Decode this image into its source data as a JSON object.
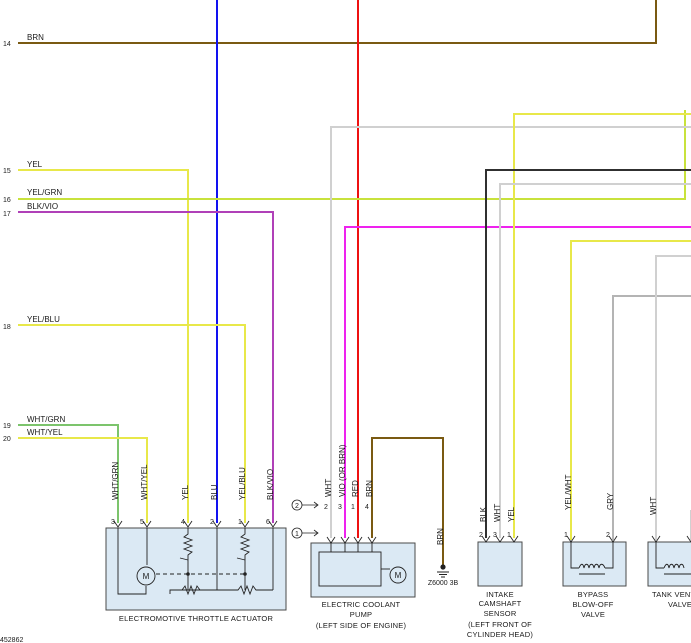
{
  "colors": {
    "BRN": "#7a5a12",
    "BLU": "#1212f0",
    "RED": "#ee1111",
    "YEL": "#e8e84a",
    "YELGRN": "#c8e23c",
    "VIO": "#b040b8",
    "MAG": "#ee22ee",
    "GRN": "#7cc46c",
    "WHT": "#d0d0d0",
    "BLK": "#303030",
    "GRY": "#b4b4b4",
    "BOX": "#dbe9f4"
  },
  "left_labels": [
    {
      "row": "14",
      "wire": "BRN"
    },
    {
      "row": "15",
      "wire": "YEL"
    },
    {
      "row": "16",
      "wire": "YEL/GRN"
    },
    {
      "row": "17",
      "wire": "BLK/VIO"
    },
    {
      "row": "18",
      "wire": "YEL/BLU"
    },
    {
      "row": "19",
      "wire": "WHT/GRN"
    },
    {
      "row": "20",
      "wire": "WHT/YEL"
    }
  ],
  "throttle": {
    "caption": "ELECTROMOTIVE THROTTLE ACTUATOR",
    "pins": [
      "3",
      "5",
      "4",
      "2",
      "1",
      "6"
    ],
    "wires": [
      "WHT/GRN",
      "WHT/YEL",
      "YEL",
      "BLU",
      "YEL/BLU",
      "BLK/VIO"
    ],
    "motor": "M"
  },
  "pump": {
    "caption1": "ELECTRIC COOLANT",
    "caption2": "PUMP",
    "caption3": "(LEFT SIDE OF ENGINE)",
    "pins": [
      "2",
      "3",
      "1",
      "4"
    ],
    "wires": [
      "WHT",
      "VIO  (OR BRN)",
      "RED",
      "BRN"
    ],
    "marker1": "1",
    "marker2": "2",
    "ground_wire": "BRN",
    "ground_label": "Z6000 3B",
    "motor": "M"
  },
  "cam": {
    "caption1": "INTAKE",
    "caption2": "CAMSHAFT",
    "caption3": "SENSOR",
    "caption4": "(LEFT FRONT OF",
    "caption5": "CYLINDER HEAD)",
    "pins": [
      "2",
      "3",
      "1"
    ],
    "wires": [
      "BLK",
      "WHT",
      "YEL"
    ]
  },
  "bypass": {
    "caption1": "BYPASS",
    "caption2": "BLOW-OFF",
    "caption3": "VALVE",
    "pins": [
      "1",
      "2"
    ],
    "wires": [
      "YEL/WHT",
      "GRY"
    ]
  },
  "tank": {
    "caption1": "TANK VENT",
    "caption2": "VALVE",
    "wires": [
      "WHT"
    ]
  },
  "corner_code": "452862"
}
